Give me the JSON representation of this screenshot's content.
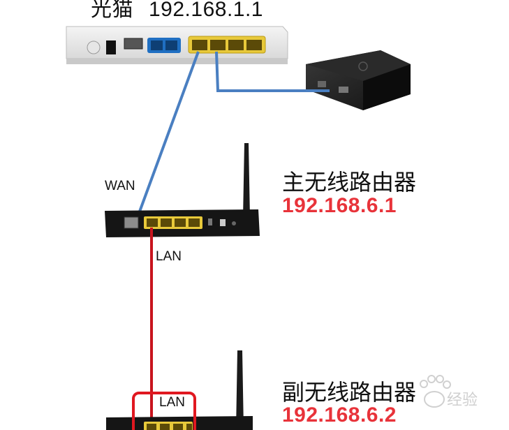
{
  "modem": {
    "name": "光猫",
    "ip": "192.168.1.1"
  },
  "main_router": {
    "name": "主无线路由器",
    "ip": "192.168.6.1",
    "wan_label": "WAN",
    "lan_label": "LAN"
  },
  "sub_router": {
    "name": "副无线路由器",
    "ip": "192.168.6.2",
    "lan_label": "LAN"
  },
  "colors": {
    "blue_cable": "#4a7fc1",
    "red_cable": "#c8141e",
    "ip_red": "#e8333a",
    "port_yellow": "#e8c93a"
  },
  "watermark": {
    "text": "经验"
  }
}
